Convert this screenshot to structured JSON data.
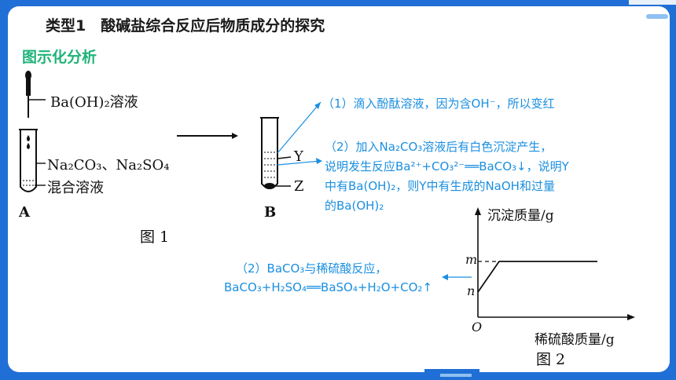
{
  "header": {
    "title": "类型1　酸碱盐综合反应后物质成分的探究",
    "subtitle": "图示化分析"
  },
  "fig1": {
    "dropper_label": "Ba(OH)₂溶液",
    "mix_label_line1": "Na₂CO₃、Na₂SO₄",
    "mix_label_line2": "混合溶液",
    "tube_a": "A",
    "tube_b": "B",
    "label_y": "Y",
    "label_z": "Z",
    "caption": "图 1"
  },
  "notes": {
    "note1": "（1）滴入酚酞溶液，因为含OH⁻，所以变红",
    "note2_line1": "（2）加入Na₂CO₃溶液后有白色沉淀产生，",
    "note2_line2": "说明发生反应Ba²⁺+CO₃²⁻══BaCO₃↓，说明Y",
    "note2_line3": "中有Ba(OH)₂，则Y中有生成的NaOH和过量",
    "note2_line4": "的Ba(OH)₂",
    "note3_line1": "（2）BaCO₃与稀硫酸反应，",
    "note3_line2": "BaCO₃+H₂SO₄══BaSO₄+H₂O+CO₂↑"
  },
  "fig2": {
    "ylabel": "沉淀质量/g",
    "xlabel": "稀硫酸质量/g",
    "m_label": "m",
    "n_label": "n",
    "origin_label": "O",
    "caption": "图 2"
  },
  "chart_data": {
    "type": "line",
    "title": "",
    "xlabel": "稀硫酸质量/g",
    "ylabel": "沉淀质量/g",
    "series": [
      {
        "points": [
          [
            "0",
            "n"
          ],
          [
            "x1",
            "m"
          ],
          [
            "end",
            "m"
          ]
        ]
      }
    ],
    "y_marks": [
      "n",
      "m"
    ],
    "grid": false
  },
  "colors": {
    "frame_blue": "#1f6fd6",
    "note_blue": "#1b8fe0",
    "subtitle_green": "#1fb37a"
  }
}
